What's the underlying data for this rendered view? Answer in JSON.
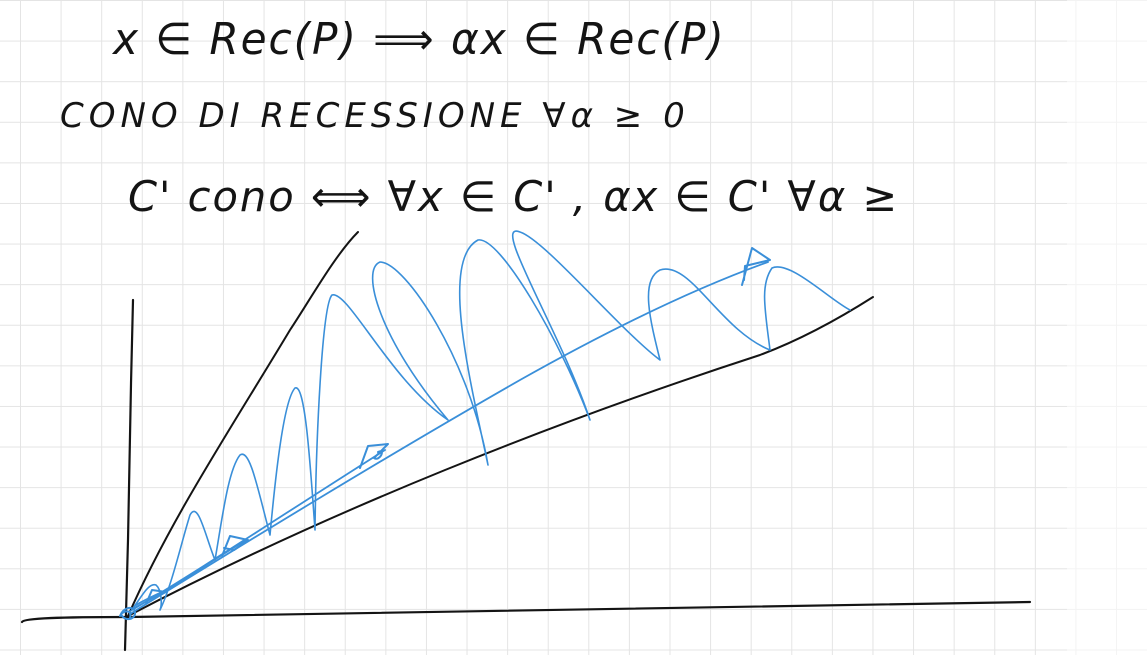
{
  "notes": {
    "line_1": "x ∈ Rec(P) ⟹ αx ∈ Rec(P)",
    "line_2": "CONO DI RECESSIONE  ∀α ≥ 0",
    "line_3": "C' cono ⟺ ∀x ∈ C' , αx ∈ C' ∀α ≥"
  },
  "colors": {
    "ink": "#141414",
    "highlight_ink": "#3a8fd9",
    "grid": "#e4e4e4",
    "background": "#ffffff"
  }
}
